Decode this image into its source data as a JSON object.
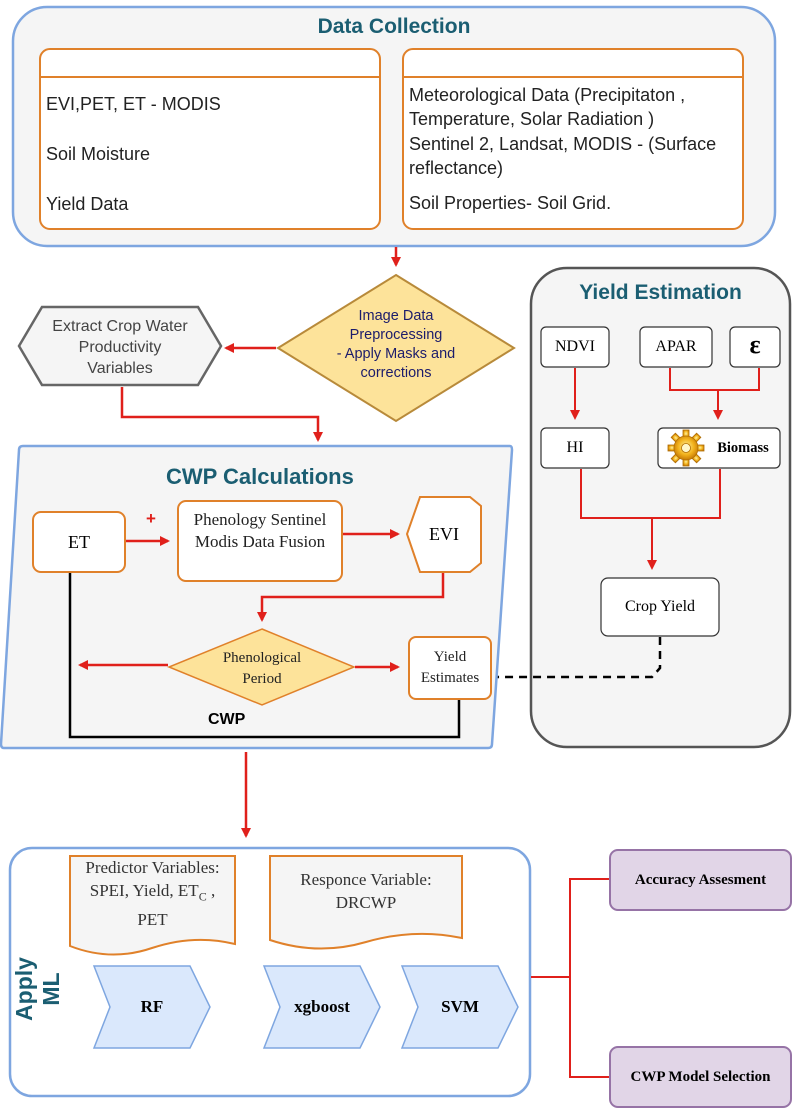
{
  "data_collection": {
    "title": "Data Collection",
    "left_items": [
      "EVI,PET, ET - MODIS",
      "Soil Moisture",
      "Yield Data"
    ],
    "right_items": [
      "Meteorological  Data (Precipitaton , Temperature, Solar Radiation )",
      "Sentinel 2, Landsat, MODIS - (Surface reflectance)",
      "Soil Properties- Soil Grid."
    ]
  },
  "preprocessing": {
    "label_line1": "Image Data",
    "label_line2": "Preprocessing",
    "label_line3": "- Apply Masks and",
    "label_line4": "corrections"
  },
  "extract": {
    "line1": "Extract Crop Water",
    "line2": "Productivity",
    "line3": "Variables"
  },
  "yield_estimation": {
    "title": "Yield Estimation",
    "ndvi": "NDVI",
    "apar": "APAR",
    "epsilon": "ε",
    "hi": "HI",
    "biomass": "Biomass",
    "crop_yield": "Crop Yield"
  },
  "cwp_calculations": {
    "title": "CWP  Calculations",
    "et": "ET",
    "plus": "+",
    "fusion_line1": "Phenology Sentinel",
    "fusion_line2": "Modis Data Fusion",
    "evi": "EVI",
    "phen_line1": "Phenological",
    "phen_line2": "Period",
    "yield_line1": "Yield",
    "yield_line2": "Estimates",
    "cwp": "CWP"
  },
  "apply_ml": {
    "title": "Apply ML",
    "predictor_line1": "Predictor Variables:",
    "predictor_line2a": "SPEI, Yield, ET",
    "predictor_sub": "C",
    "predictor_line2b": " ,",
    "predictor_line3": "PET",
    "response_line1": "Responce Variable:",
    "response_line2": "DRCWP",
    "models": [
      "RF",
      "xgboost",
      "SVM"
    ]
  },
  "outputs": {
    "accuracy": "Accuracy Assesment",
    "selection": "CWP Model Selection"
  },
  "colors": {
    "blue_border": "#7ea6e0",
    "orange": "#e0812a",
    "red": "#e0201b",
    "diamond_fill": "#fde39a",
    "diamond_border": "#d6a24a",
    "title_teal": "#1b5e72",
    "purple_fill": "#e1d5e7",
    "purple_border": "#9673a6"
  }
}
